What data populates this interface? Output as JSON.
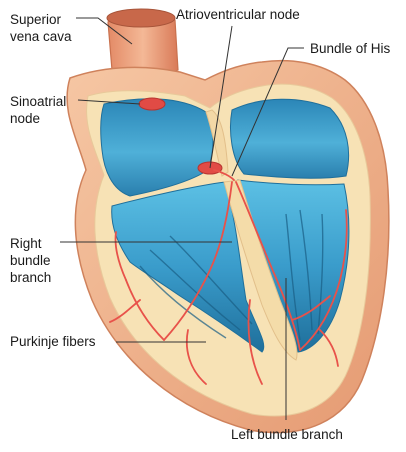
{
  "labels": {
    "superior_vena_cava": [
      "Superior",
      "vena cava"
    ],
    "atrioventricular_node": "Atrioventricular node",
    "bundle_of_his": "Bundle of His",
    "sinoatrial_node": [
      "Sinoatrial",
      "node"
    ],
    "right_bundle_branch": [
      "Right",
      "bundle",
      "branch"
    ],
    "purkinje_fibers": "Purkinje fibers",
    "left_bundle_branch": "Left bundle branch"
  },
  "colors": {
    "outer_wall": "#f2b48e",
    "wall_outline": "#d98a62",
    "muscle": "#f7e2b5",
    "chamber_blue": "#3d9cc7",
    "chamber_dark": "#1f6f9b",
    "chamber_light": "#8fd0ea",
    "conduction": "#e8524a",
    "node_red": "#e14b45",
    "leader_line": "#333333"
  }
}
